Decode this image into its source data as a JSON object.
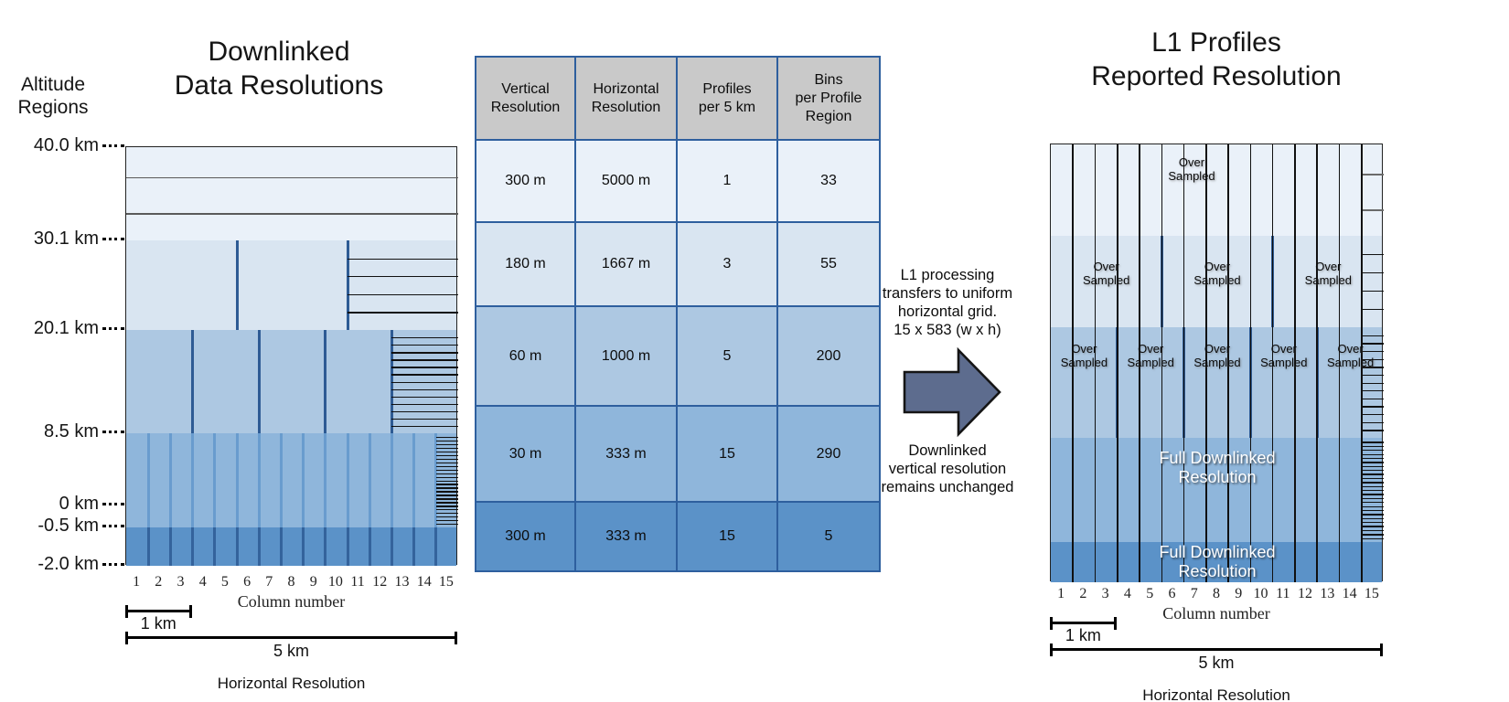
{
  "left": {
    "title": "Downlinked\nData Resolutions",
    "axis_title": "Altitude\nRegions",
    "altitude_labels": [
      "40.0 km",
      "30.1 km",
      "20.1 km",
      "8.5 km",
      "0 km",
      "-0.5 km",
      "-2.0 km"
    ],
    "column_axis_label": "Column number",
    "scale_1km": "1 km",
    "scale_5km": "5 km",
    "footer": "Horizontal Resolution"
  },
  "right": {
    "title": "L1 Profiles\nReported Resolution",
    "oversampled_label": "Over\nSampled",
    "fullres_label": "Full Downlinked\nResolution",
    "column_axis_label": "Column number",
    "scale_1km": "1 km",
    "scale_5km": "5 km",
    "footer": "Horizontal Resolution"
  },
  "columns": [
    "1",
    "2",
    "3",
    "4",
    "5",
    "6",
    "7",
    "8",
    "9",
    "10",
    "11",
    "12",
    "13",
    "14",
    "15"
  ],
  "table": {
    "headers": [
      "Vertical\nResolution",
      "Horizontal\nResolution",
      "Profiles\nper 5 km",
      "Bins\nper Profile\nRegion"
    ],
    "rows": [
      [
        "300 m",
        "5000 m",
        "1",
        "33"
      ],
      [
        "180 m",
        "1667 m",
        "3",
        "55"
      ],
      [
        "60 m",
        "1000 m",
        "5",
        "200"
      ],
      [
        "30 m",
        "333 m",
        "15",
        "290"
      ],
      [
        "300 m",
        "333 m",
        "15",
        "5"
      ]
    ],
    "header_bg": "#c9c9c9",
    "border_color": "#2e5f9e"
  },
  "annotation": {
    "top_text": "L1 processing\ntransfers to uniform\nhorizontal grid.\n15 x 583 (w x h)",
    "bottom_text": "Downlinked\nvertical resolution\nremains unchanged",
    "arrow_color": "#5d6c8e"
  },
  "regions": [
    {
      "color": "#eaf1f9",
      "profiles": 1,
      "bin_fracs": [
        0.32,
        0.71
      ],
      "bin_color": "#5a5a5a",
      "divider_color": "#2e5b94",
      "overlay": "oversampled"
    },
    {
      "color": "#d9e5f1",
      "profiles": 3,
      "bin_count": 4,
      "bin_color": "#111",
      "divider_color": "#2e5b94",
      "overlay": "oversampled"
    },
    {
      "color": "#adc8e2",
      "profiles": 5,
      "bin_count": 13,
      "bin_color": "#111",
      "divider_color": "#2e5b94",
      "overlay": "oversampled"
    },
    {
      "color": "#8fb6db",
      "profiles": 15,
      "bin_count": 25,
      "bin_color": "#111",
      "divider_color": "#699cce",
      "overlay": "fullres"
    },
    {
      "color": "#5b92c8",
      "profiles": 15,
      "bin_count": 0,
      "bin_color": "#111",
      "divider_color": "#34639c",
      "overlay": "fullres"
    }
  ]
}
